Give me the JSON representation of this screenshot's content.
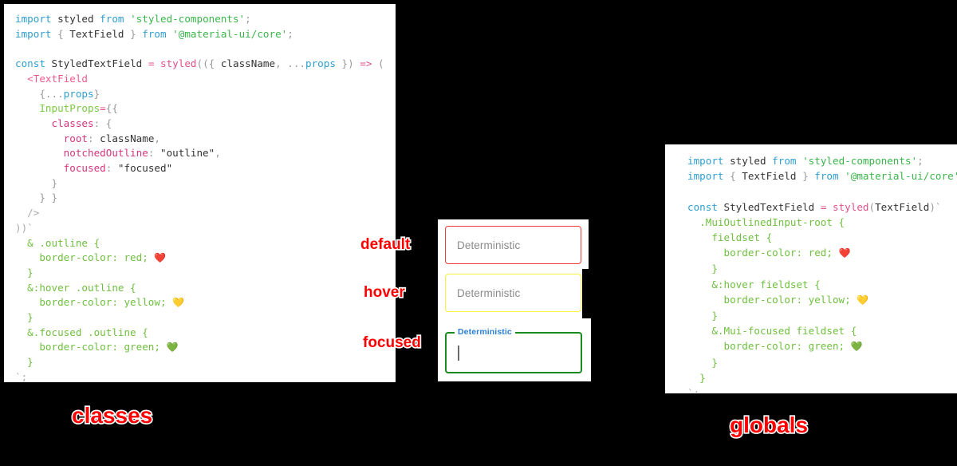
{
  "panels": {
    "classes": {
      "caption": "classes",
      "code_lines": [
        [
          {
            "t": "import ",
            "c": "kw"
          },
          {
            "t": "styled",
            "c": "dark"
          },
          {
            "t": " from ",
            "c": "kw"
          },
          {
            "t": "'styled-components'",
            "c": "str"
          },
          {
            "t": ";",
            "c": "punct"
          }
        ],
        [
          {
            "t": "import ",
            "c": "kw"
          },
          {
            "t": "{",
            "c": "punct"
          },
          {
            "t": " TextField ",
            "c": "dark"
          },
          {
            "t": "}",
            "c": "punct"
          },
          {
            "t": " from ",
            "c": "kw"
          },
          {
            "t": "'@material-ui/core'",
            "c": "str"
          },
          {
            "t": ";",
            "c": "punct"
          }
        ],
        [],
        [
          {
            "t": "const ",
            "c": "kw"
          },
          {
            "t": "StyledTextField",
            "c": "dark"
          },
          {
            "t": " = ",
            "c": "op"
          },
          {
            "t": "styled",
            "c": "fn"
          },
          {
            "t": "((",
            "c": "punct"
          },
          {
            "t": "{ ",
            "c": "punct"
          },
          {
            "t": "className",
            "c": "dark"
          },
          {
            "t": ", ",
            "c": "punct"
          },
          {
            "t": "...",
            "c": "punct"
          },
          {
            "t": "props",
            "c": "var"
          },
          {
            "t": " })",
            "c": "punct"
          },
          {
            "t": " => ",
            "c": "op"
          },
          {
            "t": "(",
            "c": "punct"
          }
        ],
        [
          {
            "t": "  <TextField",
            "c": "tag"
          }
        ],
        [
          {
            "t": "    {",
            "c": "punct"
          },
          {
            "t": "...",
            "c": "punct"
          },
          {
            "t": "props",
            "c": "var"
          },
          {
            "t": "}",
            "c": "punct"
          }
        ],
        [
          {
            "t": "    InputProps",
            "c": "attr"
          },
          {
            "t": "=",
            "c": "op"
          },
          {
            "t": "{{",
            "c": "punct"
          }
        ],
        [
          {
            "t": "      classes",
            "c": "prop"
          },
          {
            "t": ": ",
            "c": "punct"
          },
          {
            "t": "{",
            "c": "punct"
          }
        ],
        [
          {
            "t": "        root",
            "c": "prop"
          },
          {
            "t": ": ",
            "c": "punct"
          },
          {
            "t": "className",
            "c": "dark"
          },
          {
            "t": ",",
            "c": "punct"
          }
        ],
        [
          {
            "t": "        notchedOutline",
            "c": "prop"
          },
          {
            "t": ": ",
            "c": "punct"
          },
          {
            "t": "\"outline\"",
            "c": "dark"
          },
          {
            "t": ",",
            "c": "punct"
          }
        ],
        [
          {
            "t": "        focused",
            "c": "prop"
          },
          {
            "t": ": ",
            "c": "punct"
          },
          {
            "t": "\"focused\"",
            "c": "dark"
          }
        ],
        [
          {
            "t": "      }",
            "c": "punct"
          }
        ],
        [
          {
            "t": "    } }",
            "c": "punct"
          }
        ],
        [
          {
            "t": "  />",
            "c": "gray"
          }
        ],
        [
          {
            "t": "))`",
            "c": "gray"
          }
        ],
        [
          {
            "t": "  & .outline {",
            "c": "css-sel"
          }
        ],
        [
          {
            "t": "    border-color: red; ",
            "c": "css-prp"
          },
          {
            "t": "❤️",
            "c": "emoji"
          }
        ],
        [
          {
            "t": "  }",
            "c": "css-sel"
          }
        ],
        [
          {
            "t": "  &:hover .outline {",
            "c": "css-sel"
          }
        ],
        [
          {
            "t": "    border-color: yellow; ",
            "c": "css-prp"
          },
          {
            "t": "💛",
            "c": "emoji"
          }
        ],
        [
          {
            "t": "  }",
            "c": "css-sel"
          }
        ],
        [
          {
            "t": "  &.focused .outline {",
            "c": "css-sel"
          }
        ],
        [
          {
            "t": "    border-color: green; ",
            "c": "css-prp"
          },
          {
            "t": "💚",
            "c": "emoji"
          }
        ],
        [
          {
            "t": "  }",
            "c": "css-sel"
          }
        ],
        [
          {
            "t": "`;",
            "c": "gray"
          }
        ]
      ]
    },
    "globals": {
      "caption": "globals",
      "code_lines": [
        [
          {
            "t": "import ",
            "c": "kw"
          },
          {
            "t": "styled",
            "c": "dark"
          },
          {
            "t": " from ",
            "c": "kw"
          },
          {
            "t": "'styled-components'",
            "c": "str"
          },
          {
            "t": ";",
            "c": "punct"
          }
        ],
        [
          {
            "t": "import ",
            "c": "kw"
          },
          {
            "t": "{",
            "c": "punct"
          },
          {
            "t": " TextField ",
            "c": "dark"
          },
          {
            "t": "}",
            "c": "punct"
          },
          {
            "t": " from ",
            "c": "kw"
          },
          {
            "t": "'@material-ui/core'",
            "c": "str"
          },
          {
            "t": ";",
            "c": "punct"
          }
        ],
        [],
        [
          {
            "t": "const ",
            "c": "kw"
          },
          {
            "t": "StyledTextField",
            "c": "dark"
          },
          {
            "t": " = ",
            "c": "op"
          },
          {
            "t": "styled",
            "c": "fn"
          },
          {
            "t": "(",
            "c": "punct"
          },
          {
            "t": "TextField",
            "c": "dark"
          },
          {
            "t": ")`",
            "c": "punct"
          }
        ],
        [
          {
            "t": "  .MuiOutlinedInput-root {",
            "c": "css-sel"
          }
        ],
        [
          {
            "t": "    fieldset {",
            "c": "css-sel"
          }
        ],
        [
          {
            "t": "      border-color: red; ",
            "c": "css-prp"
          },
          {
            "t": "❤️",
            "c": "emoji"
          }
        ],
        [
          {
            "t": "    }",
            "c": "css-sel"
          }
        ],
        [
          {
            "t": "    &:hover fieldset {",
            "c": "css-sel"
          }
        ],
        [
          {
            "t": "      border-color: yellow; ",
            "c": "css-prp"
          },
          {
            "t": "💛",
            "c": "emoji"
          }
        ],
        [
          {
            "t": "    }",
            "c": "css-sel"
          }
        ],
        [
          {
            "t": "    &.Mui-focused fieldset {",
            "c": "css-sel"
          }
        ],
        [
          {
            "t": "      border-color: green; ",
            "c": "css-prp"
          },
          {
            "t": "💚",
            "c": "emoji"
          }
        ],
        [
          {
            "t": "    }",
            "c": "css-sel"
          }
        ],
        [
          {
            "t": "  }",
            "c": "css-sel"
          }
        ],
        [
          {
            "t": "`;",
            "c": "gray"
          }
        ]
      ]
    }
  },
  "demo": {
    "states": [
      {
        "name": "default",
        "label": "default",
        "field_text": "Deterministic",
        "border_color": "#f03a3a",
        "floating_label": null
      },
      {
        "name": "hover",
        "label": "hover",
        "field_text": "Deterministic",
        "border_color": "#fbf23a",
        "floating_label": null
      },
      {
        "name": "focused",
        "label": "focused",
        "field_text": "",
        "border_color": "#1a8b1f",
        "floating_label": "Deterministic",
        "floating_label_color": "#2a7fd4"
      }
    ]
  },
  "colors": {
    "background": "#000000",
    "panel": "#ffffff",
    "annotation": "#ff0000",
    "annotation_stroke": "#ffffff",
    "red": "#f03a3a",
    "yellow": "#fbf23a",
    "green": "#1a8b1f",
    "blue": "#2a7fd4"
  }
}
